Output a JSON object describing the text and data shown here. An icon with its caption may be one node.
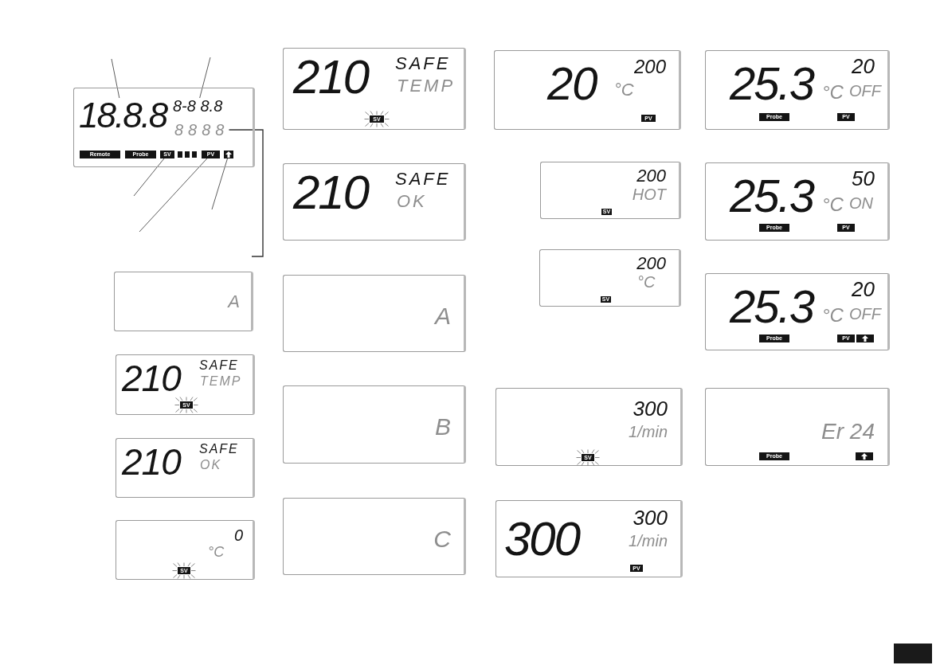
{
  "diagram": {
    "nodes": [
      {
        "text": [],
        "shape": "box"
      },
      {
        "text": [
          "18.8.8"
        ],
        "in": 0
      },
      {
        "text": [
          "8-8 8.8"
        ],
        "in": 0
      },
      {
        "text": [
          "8888"
        ],
        "in": 0
      },
      {
        "text": [
          "Remote"
        ],
        "in": 0
      },
      {
        "text": [
          "Probe"
        ],
        "in": 0
      },
      {
        "text": [
          "SV"
        ],
        "in": 0
      },
      {
        "text": [],
        "shape": "box",
        "in": 0
      },
      {
        "text": [],
        "shape": "box",
        "in": 0
      },
      {
        "text": [],
        "shape": "box",
        "in": 0
      },
      {
        "text": [
          "PV"
        ],
        "in": 0
      },
      {
        "text": [],
        "shape": "box",
        "in": 0
      },
      {
        "text": [
          "A"
        ]
      },
      {
        "text": [
          "210",
          "SAFE",
          "TEMP"
        ]
      },
      {
        "text": [
          "SV"
        ],
        "in": 13
      },
      {
        "text": [
          "210",
          "SAFE",
          "OK"
        ]
      },
      {
        "text": [
          "0",
          "°C"
        ]
      },
      {
        "text": [
          "SV"
        ],
        "in": 16
      },
      {
        "text": [
          "210",
          "SAFE",
          "TEMP"
        ]
      },
      {
        "text": [
          "SV"
        ],
        "in": 18
      },
      {
        "text": [
          "210",
          "SAFE",
          "OK"
        ]
      },
      {
        "text": [
          "A"
        ]
      },
      {
        "text": [
          "B"
        ]
      },
      {
        "text": [
          "C"
        ]
      },
      {
        "text": [
          "20",
          "200",
          "°C"
        ]
      },
      {
        "text": [
          "PV"
        ],
        "in": 24
      },
      {
        "text": [
          "200",
          "HOT"
        ]
      },
      {
        "text": [
          "SV"
        ],
        "in": 26
      },
      {
        "text": [
          "200",
          "°C"
        ]
      },
      {
        "text": [
          "SV"
        ],
        "in": 28
      },
      {
        "text": [
          "300",
          "1/min"
        ]
      },
      {
        "text": [
          "SV"
        ],
        "in": 30
      },
      {
        "text": [
          "300",
          "300",
          "1/min"
        ]
      },
      {
        "text": [
          "PV"
        ],
        "in": 32
      },
      {
        "text": [
          "25.3",
          "20",
          "°C",
          "OFF"
        ]
      },
      {
        "text": [
          "Probe"
        ],
        "in": 34
      },
      {
        "text": [
          "PV"
        ],
        "in": 34
      },
      {
        "text": [
          "25.3",
          "50",
          "°C",
          "ON"
        ]
      },
      {
        "text": [
          "Probe"
        ],
        "in": 37
      },
      {
        "text": [
          "PV"
        ],
        "in": 37
      },
      {
        "text": [
          "25.3",
          "20",
          "°C",
          "OFF"
        ]
      },
      {
        "text": [
          "Probe"
        ],
        "in": 40
      },
      {
        "text": [
          "PV"
        ],
        "in": 40
      },
      {
        "text": [],
        "shape": "box",
        "in": 40
      },
      {
        "text": [
          "Er 24"
        ]
      },
      {
        "text": [
          "Probe"
        ],
        "in": 44
      },
      {
        "text": [],
        "shape": "box",
        "in": 44
      }
    ],
    "edges": [
      {
        "from": null,
        "to": 1,
        "arrow": "none"
      },
      {
        "from": null,
        "to": 2,
        "arrow": "none"
      },
      {
        "from": null,
        "to": 6,
        "arrow": "none"
      },
      {
        "from": null,
        "to": 10,
        "arrow": "none"
      },
      {
        "from": null,
        "to": 11,
        "arrow": "none"
      },
      {
        "from": 3,
        "to": null,
        "arrow": "none"
      }
    ]
  }
}
